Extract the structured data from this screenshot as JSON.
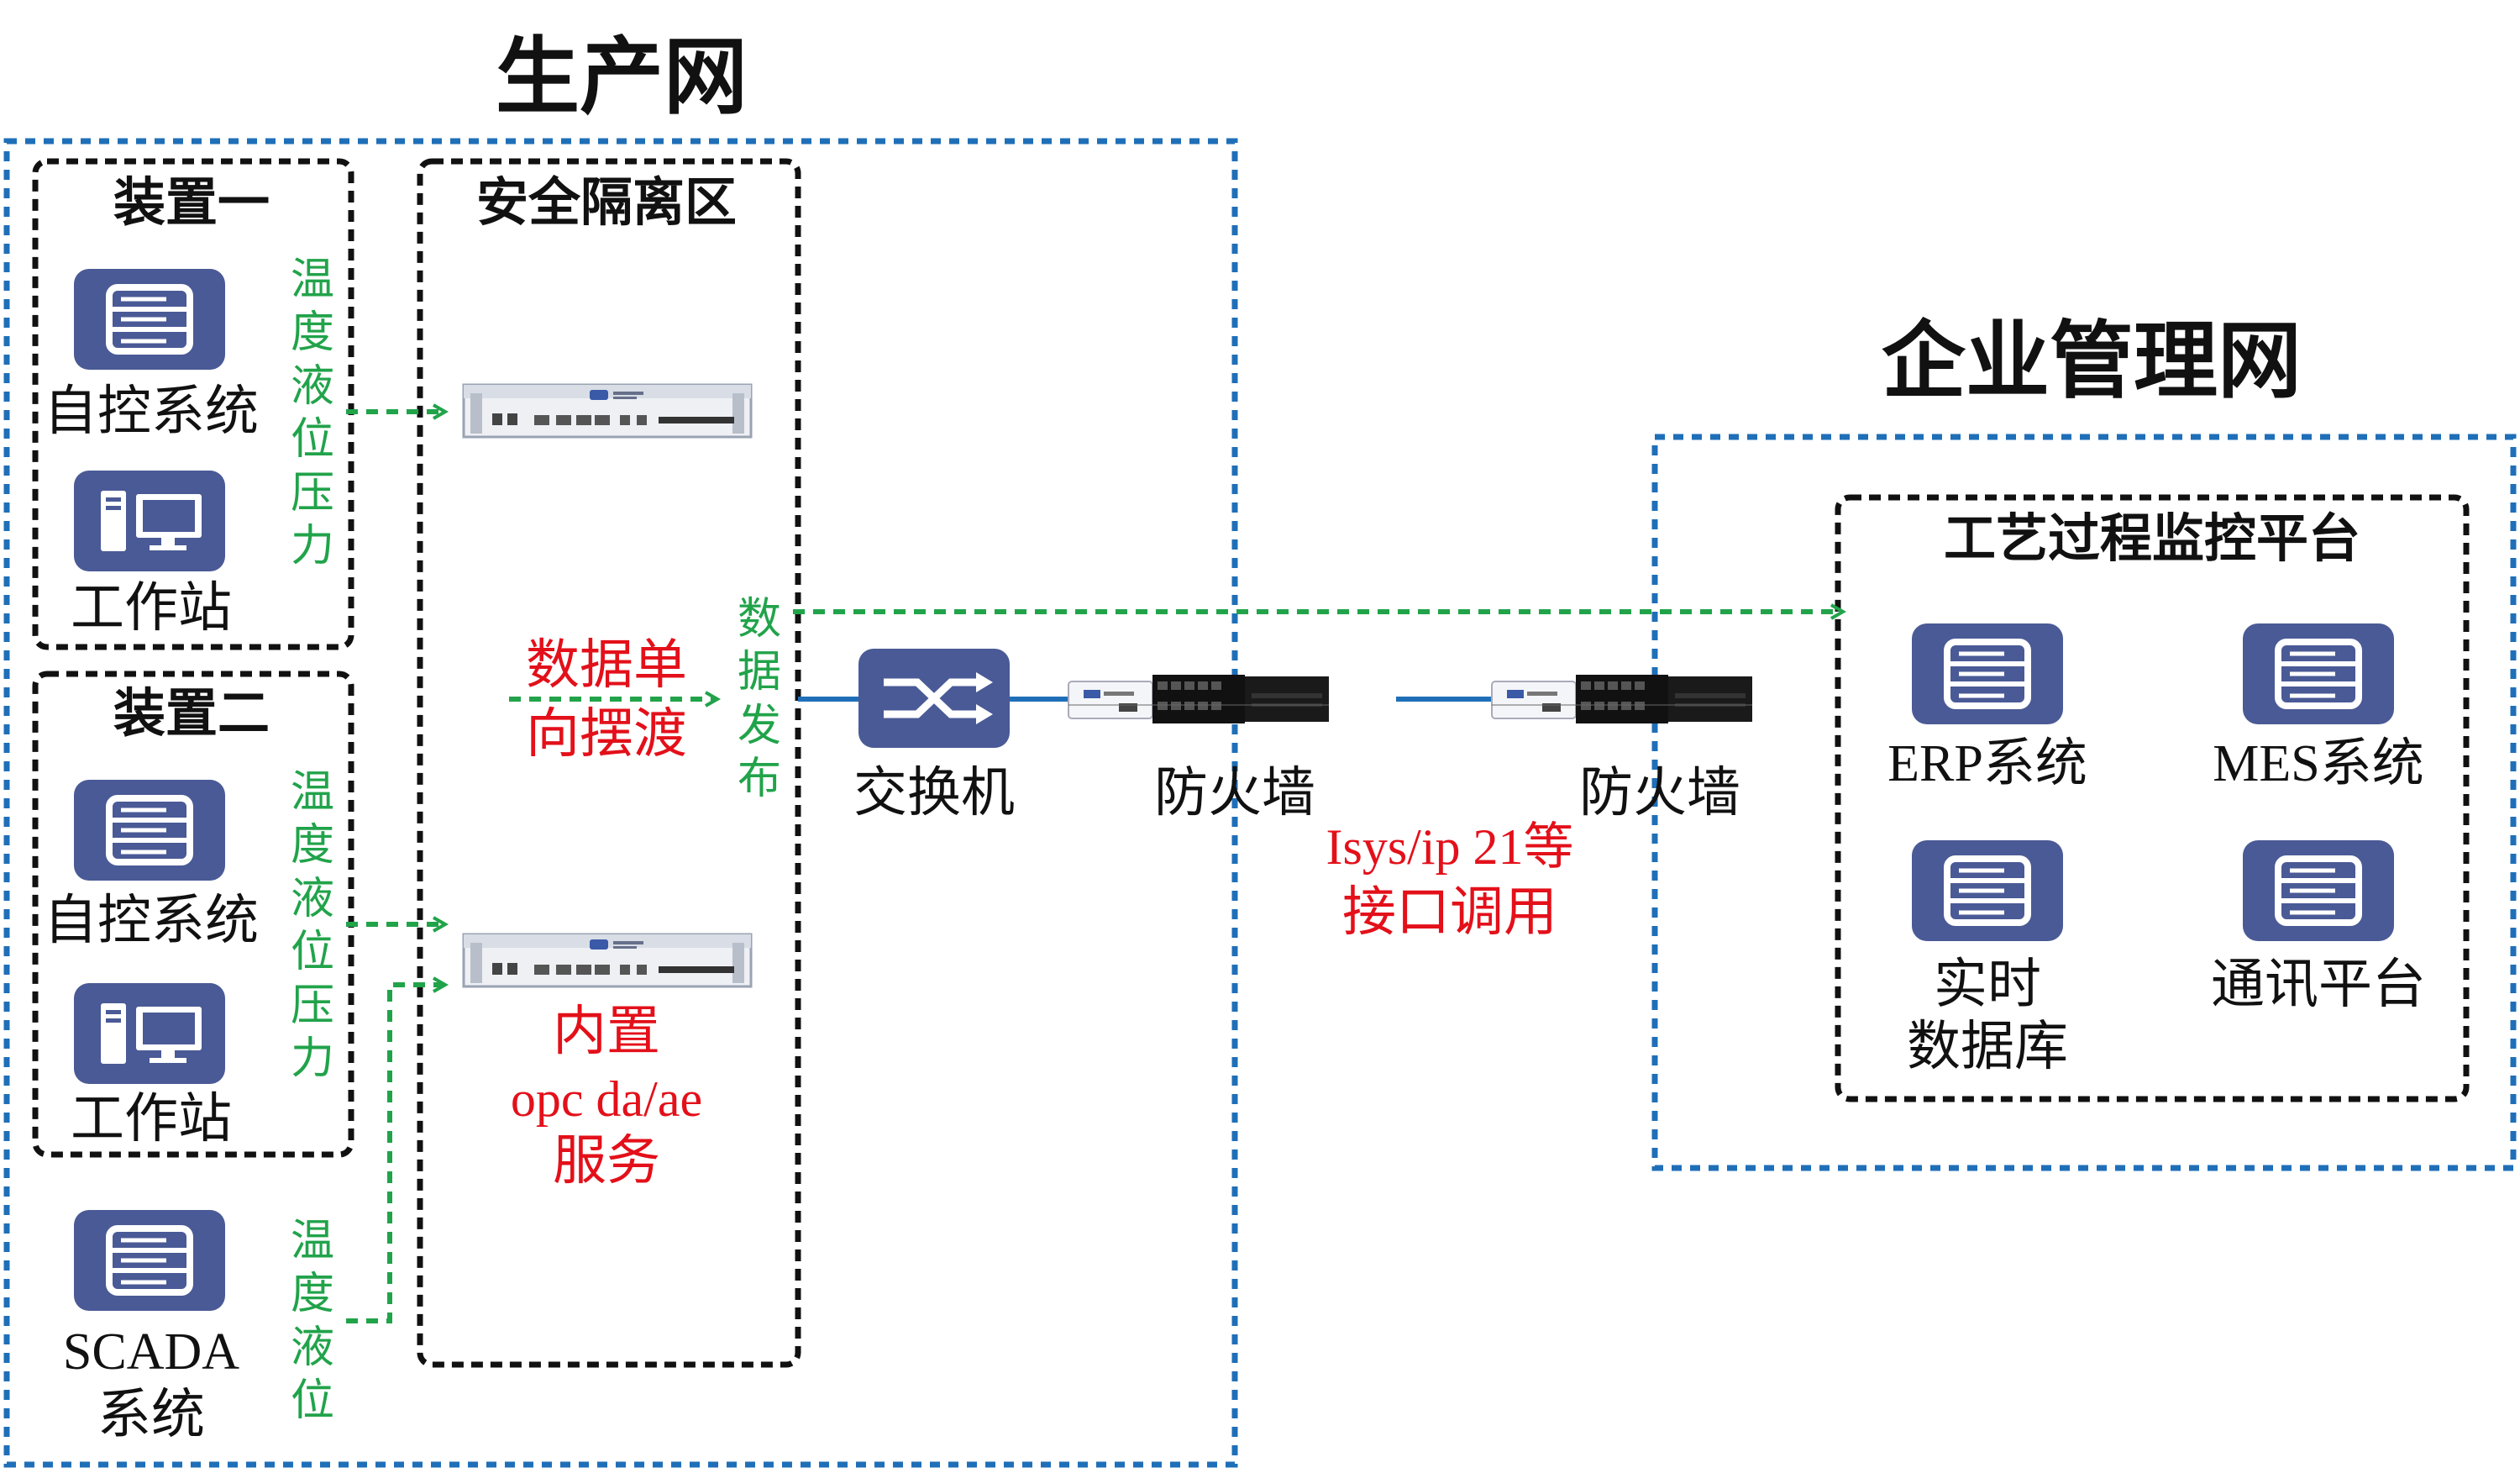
{
  "zones": {
    "production_title": "生产网",
    "enterprise_title": "企业管理网"
  },
  "device_one": {
    "title": "装置一",
    "control_label": "自控系统",
    "workstation_label": "工作站",
    "signals": "温度液位压力"
  },
  "device_two": {
    "title": "装置二",
    "control_label": "自控系统",
    "workstation_label": "工作站",
    "signals": "温度液位压力"
  },
  "scada": {
    "label_line1": "SCADA",
    "label_line2": "系统",
    "signals": "温度液位"
  },
  "isolation": {
    "title": "安全隔离区",
    "ferry_line1": "数据单",
    "ferry_line2": "向摆渡",
    "publish": "数据发布",
    "opc_line1": "内置",
    "opc_line2": "opc da/ae",
    "opc_line3": "服务"
  },
  "network": {
    "switch_label": "交换机",
    "firewall1_label": "防火墙",
    "firewall2_label": "防火墙",
    "interface_line1": "Isys/ip 21等",
    "interface_line2": "接口调用"
  },
  "platform": {
    "title": "工艺过程监控平台",
    "erp_label": "ERP系统",
    "mes_label": "MES系统",
    "rtdb_line1": "实时",
    "rtdb_line2": "数据库",
    "comm_label": "通讯平台"
  },
  "colors": {
    "zone_border": "#1f6fb8",
    "box_border": "#111111",
    "icon_fill": "#4a5a96",
    "arrow_green": "#21a34a",
    "link_blue": "#1f6fb8",
    "red_text": "#e3101a"
  },
  "icons": [
    "server-icon",
    "workstation-icon",
    "isolation-device-icon",
    "switch-icon",
    "firewall-icon"
  ]
}
